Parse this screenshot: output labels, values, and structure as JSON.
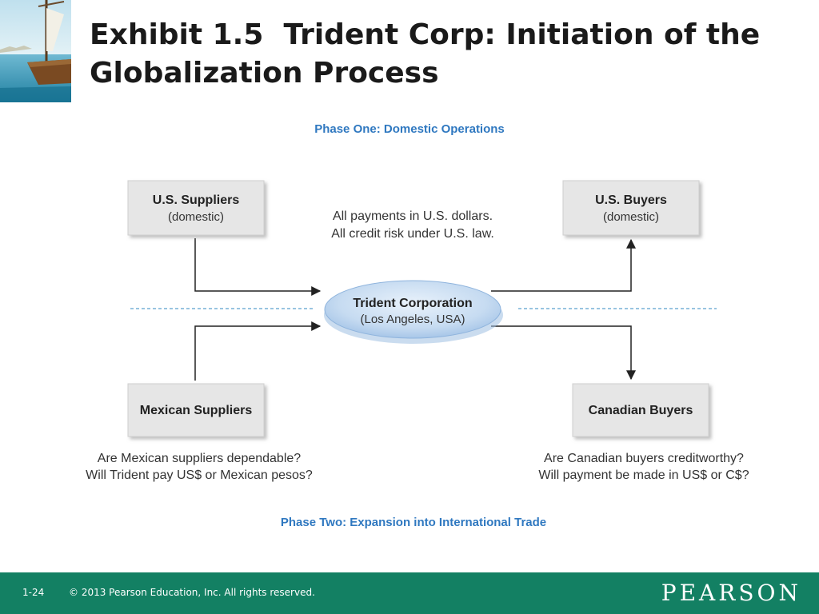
{
  "slide": {
    "title_bold": "Exhibit 1.5",
    "title_rest": "Trident Corp: Initiation of the Globalization Process"
  },
  "diagram": {
    "phase_one": "Phase One: Domestic Operations",
    "phase_two": "Phase Two: Expansion into International Trade",
    "us_suppliers": {
      "name": "U.S. Suppliers",
      "sub": "(domestic)"
    },
    "us_buyers": {
      "name": "U.S. Buyers",
      "sub": "(domestic)"
    },
    "domestic_note": [
      "All payments in U.S. dollars.",
      "All credit risk under U.S. law."
    ],
    "center": {
      "name": "Trident Corporation",
      "sub": "(Los Angeles, USA)"
    },
    "mexican_suppliers": {
      "name": "Mexican Suppliers"
    },
    "canadian_buyers": {
      "name": "Canadian Buyers"
    },
    "mexican_question": [
      "Are Mexican suppliers dependable?",
      "Will Trident pay US$ or Mexican pesos?"
    ],
    "canadian_question": [
      "Are Canadian buyers creditworthy?",
      "Will payment be made in US$ or C$?"
    ]
  },
  "footer": {
    "page_number": "1-24",
    "copyright": "© 2013 Pearson Education, Inc. All rights reserved.",
    "brand": "PEARSON"
  },
  "colors": {
    "footer_bg": "#138063",
    "phase_blue": "#2f78c0",
    "box_fill": "#e6e6e6",
    "ellipse_fill": "#c8dcf1"
  }
}
